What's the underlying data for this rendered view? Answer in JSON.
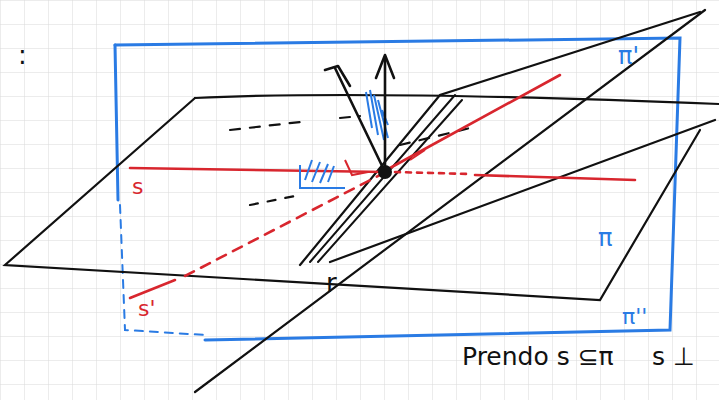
{
  "diagram": {
    "labels": [
      ":",
      "π'",
      "s",
      "π",
      "r",
      "s'",
      "π''",
      "Prendo s ⊆π",
      "s ⊥"
    ]
  }
}
